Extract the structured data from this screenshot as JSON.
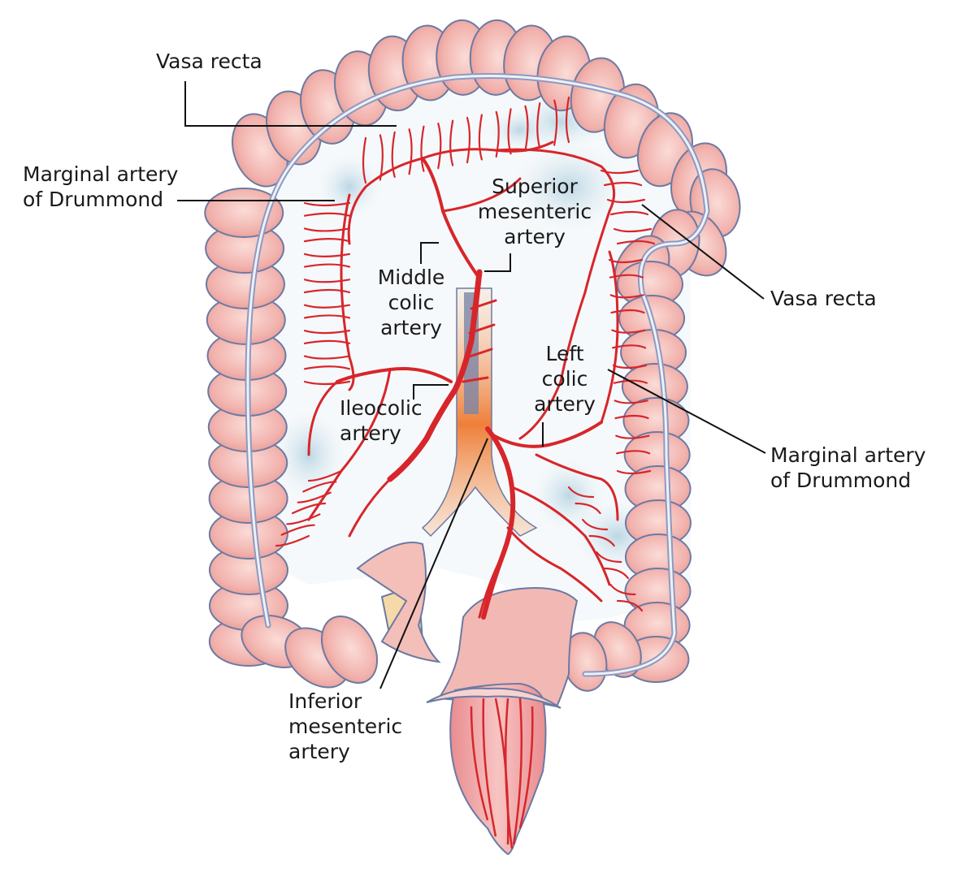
{
  "labels": {
    "vasa_recta_left": [
      "Vasa recta"
    ],
    "marginal_left": [
      "Marginal artery",
      "of Drummond"
    ],
    "superior": [
      "Superior",
      "mesenteric",
      "artery"
    ],
    "middle_colic": [
      "Middle",
      "colic",
      "artery"
    ],
    "ileocolic": [
      "Ileocolic",
      "artery"
    ],
    "left_colic": [
      "Left",
      "colic",
      "artery"
    ],
    "vasa_recta_right": [
      "Vasa recta"
    ],
    "marginal_right": [
      "Marginal artery",
      "of Drummond"
    ],
    "inferior": [
      "Inferior",
      "mesenteric",
      "artery"
    ]
  },
  "colors": {
    "bowel_fill": "#f2b8b4",
    "bowel_outline": "#6b7aa3",
    "artery": "#d7262b",
    "mesentery_blue": "#cfe2ec",
    "aorta_orange": "#ef7f3a",
    "leader_line": "#111111",
    "text": "#1a1a1a"
  }
}
